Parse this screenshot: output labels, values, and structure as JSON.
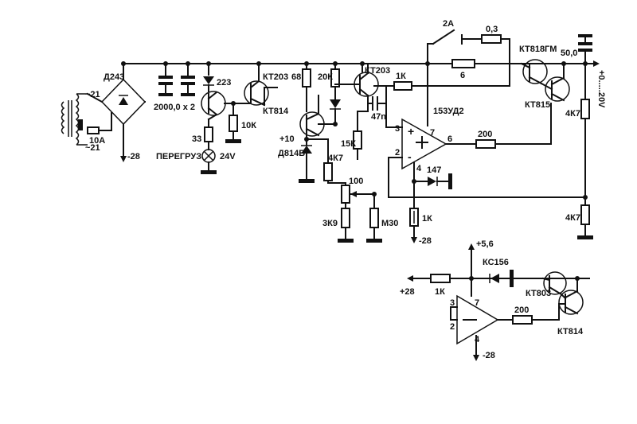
{
  "labels": {
    "bridge": "Д243",
    "ac_top": "~21",
    "ac_bottom": "~21",
    "fuse": "10А",
    "neg28_left": "-28",
    "caps": "2000,0 х 2",
    "r223": "223",
    "kt203_1": "КТ203",
    "kt814_1": "КТ814",
    "r68": "68",
    "r20k": "20К",
    "kt203_2": "КТ203",
    "r1k_top": "1К",
    "sw2a": "2А",
    "r03": "0,3",
    "r6": "6",
    "kt818": "КТ818ГМ",
    "c50": "50,0",
    "kt815": "КТ815",
    "out": "+0.....20V",
    "r33": "33",
    "r10k": "10К",
    "overload": "ПЕРЕГРУЗ.",
    "lamp24": "24V",
    "plus10": "+10",
    "d814": "Д814В",
    "r4k7_mid": "4К7",
    "r15k": "15К",
    "c47n": "47n",
    "opamp": "153УД2",
    "pin3": "3",
    "pin7": "7",
    "pin6": "6",
    "pin2": "2",
    "pin4": "4",
    "r200": "200",
    "d147": "147",
    "r4k7_r1": "4К7",
    "r4k7_r2": "4К7",
    "r100": "100",
    "r3k9": "3К9",
    "rm30": "М30",
    "r1k_bot": "1К",
    "neg28_mid": "-28",
    "plus56": "+5,6",
    "kc156": "КС156",
    "plus28": "+28",
    "r1k_b2": "1К",
    "kt803": "КТ803",
    "pin3b": "3",
    "pin7b": "7",
    "pin2b": "2",
    "pin4b": "4",
    "r200b": "200",
    "kt814_2": "КТ814",
    "neg28_b": "-28"
  }
}
